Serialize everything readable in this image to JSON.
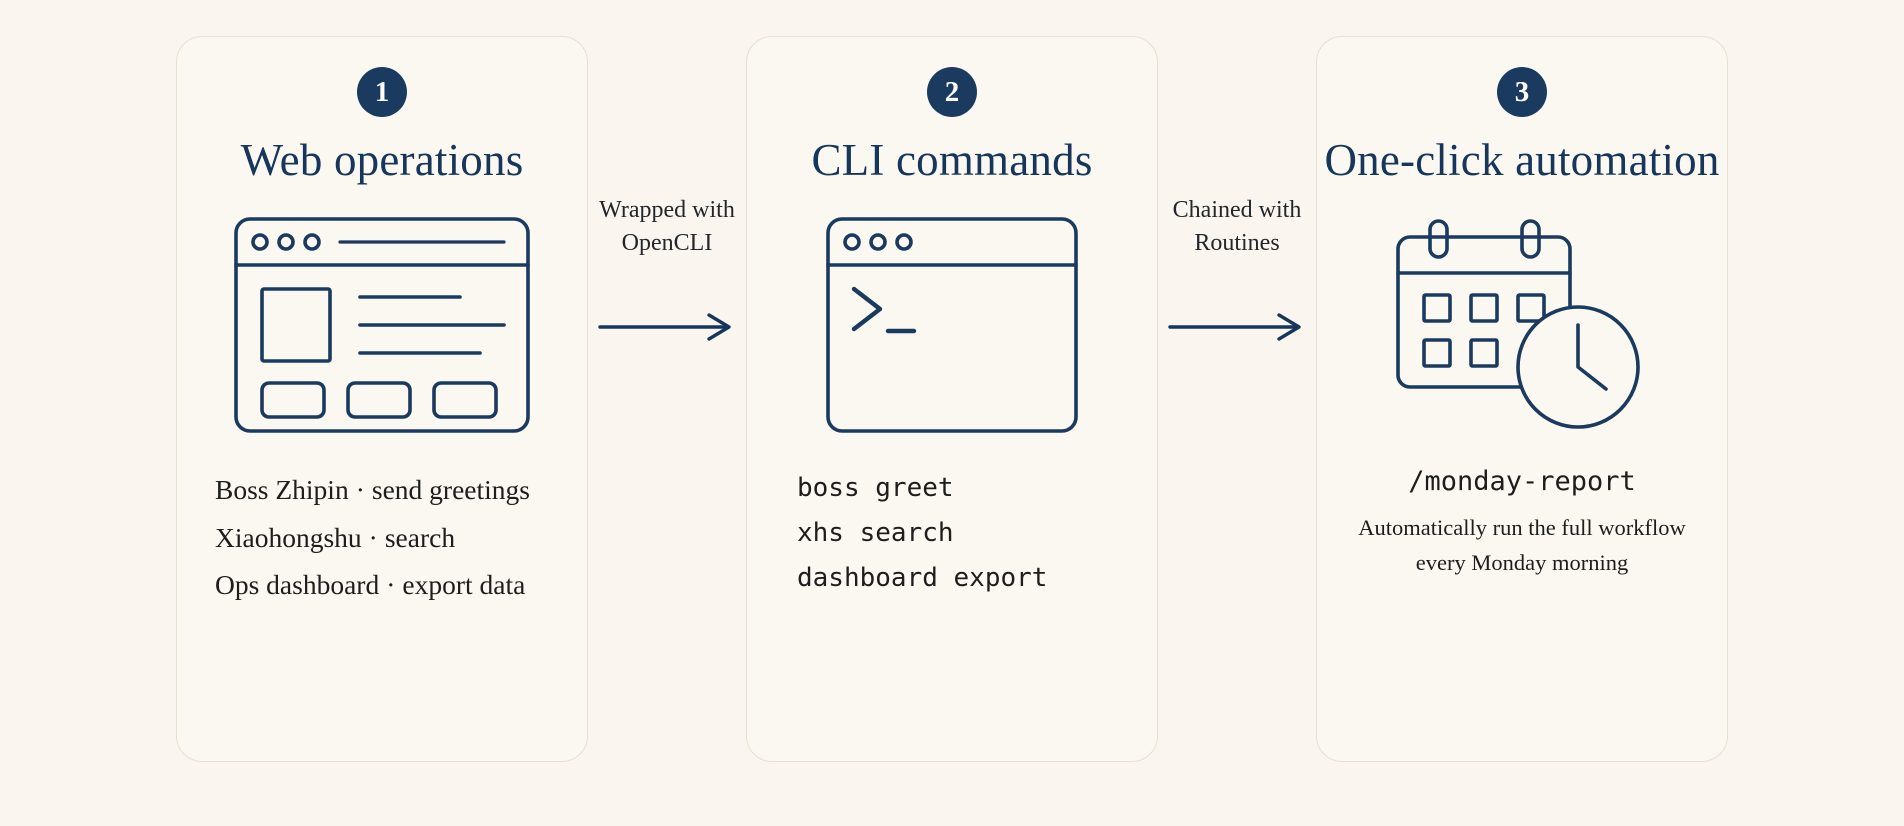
{
  "theme": {
    "page_background": "#faf6ef",
    "card_background": "#fbf8f1",
    "card_border": "#e8dfcf",
    "accent_navy": "#1b3a5f",
    "title_navy": "#17365c",
    "text_dark": "#1d1d1d"
  },
  "cards": [
    {
      "number": "1",
      "title": "Web operations",
      "icon": "browser-window-icon",
      "items": [
        {
          "app": "Boss Zhipin",
          "separator": "·",
          "action": "send greetings"
        },
        {
          "app": "Xiaohongshu",
          "separator": "·",
          "action": "search"
        },
        {
          "app": "Ops dashboard",
          "separator": "·",
          "action": "export data"
        }
      ]
    },
    {
      "number": "2",
      "title": "CLI commands",
      "icon": "terminal-window-icon",
      "commands": [
        "boss greet",
        "xhs search",
        "dashboard export"
      ]
    },
    {
      "number": "3",
      "title": "One-click automation",
      "icon": "calendar-clock-icon",
      "command": "/monday-report",
      "caption": "Automatically run the full workflow every Monday morning"
    }
  ],
  "connectors": [
    {
      "label_line1": "Wrapped with",
      "label_line2": "OpenCLI",
      "arrow": "right-arrow-icon"
    },
    {
      "label_line1": "Chained with",
      "label_line2": "Routines",
      "arrow": "right-arrow-icon"
    }
  ]
}
